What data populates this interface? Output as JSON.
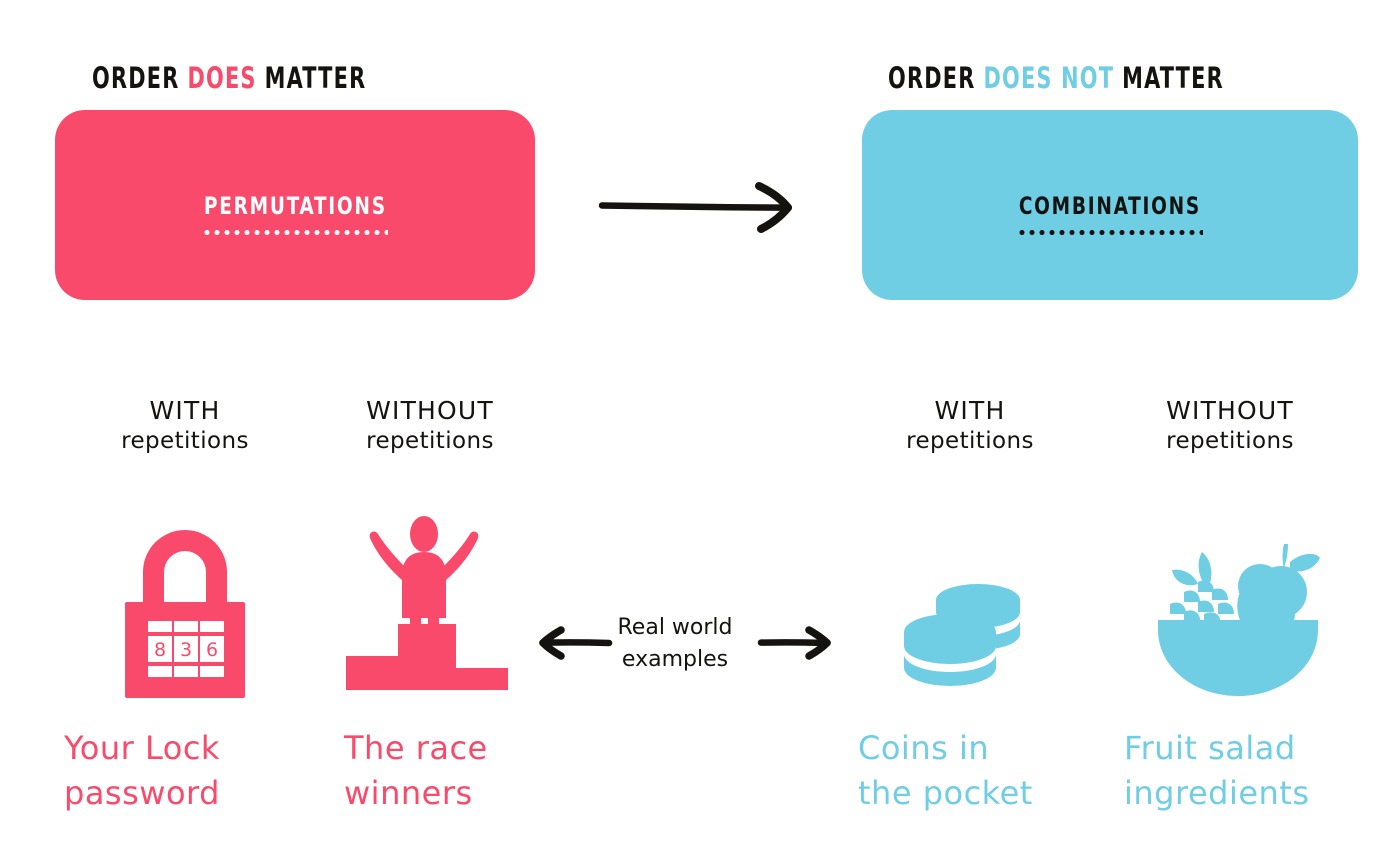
{
  "headers": {
    "left": {
      "pre": "ORDER",
      "highlight": "DOES",
      "post": "MATTER"
    },
    "right": {
      "pre": "ORDER",
      "highlight": "DOES NOT",
      "post": "MATTER"
    }
  },
  "boxes": {
    "left": {
      "title": "Permutations"
    },
    "right": {
      "title": "Combinations"
    }
  },
  "columns": [
    {
      "top": "WITH",
      "bottom": "repetitions"
    },
    {
      "top": "WITHOUT",
      "bottom": "repetitions"
    },
    {
      "top": "WITH",
      "bottom": "repetitions"
    },
    {
      "top": "WITHOUT",
      "bottom": "repetitions"
    }
  ],
  "middle": {
    "line1": "Real world",
    "line2": "examples"
  },
  "examples": [
    {
      "icon": "padlock-icon",
      "line1": "Your Lock",
      "line2": "password",
      "digits": [
        "8",
        "3",
        "6"
      ]
    },
    {
      "icon": "podium-winner-icon",
      "line1": "The race",
      "line2": "winners"
    },
    {
      "icon": "coin-stack-icon",
      "line1": "Coins in",
      "line2": "the pocket"
    },
    {
      "icon": "fruit-bowl-icon",
      "line1": "Fruit salad",
      "line2": "ingredients"
    }
  ],
  "colors": {
    "pink": "#fa4a6b",
    "cyan": "#6fcee4",
    "ink": "#15130f",
    "background": "#ffffff"
  }
}
